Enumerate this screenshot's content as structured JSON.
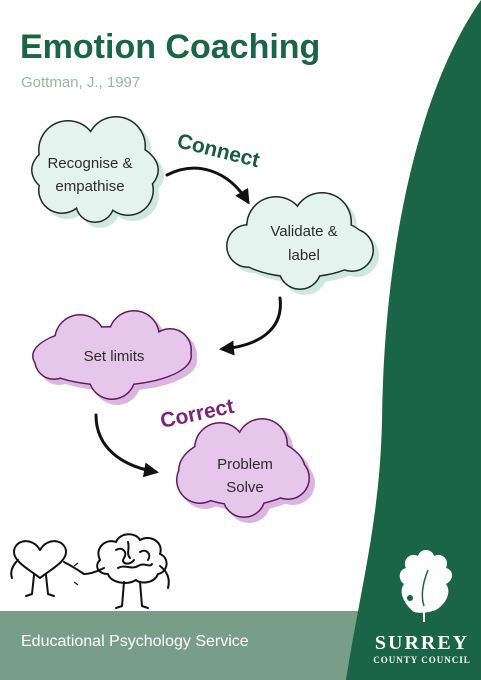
{
  "header": {
    "title": "Emotion Coaching",
    "subtitle": "Gottman, J., 1997"
  },
  "phases": {
    "connect": "Connect",
    "correct": "Correct"
  },
  "steps": [
    {
      "line1": "Recognise &",
      "line2": "empathise"
    },
    {
      "line1": "Validate &",
      "line2": "label"
    },
    {
      "line1": "Set limits",
      "line2": ""
    },
    {
      "line1": "Problem",
      "line2": "Solve"
    }
  ],
  "footer": {
    "service": "Educational Psychology Service"
  },
  "brand": {
    "name": "SURREY",
    "sub": "COUNTY COUNCIL"
  },
  "colors": {
    "brand_green": "#1a6447",
    "mint_fill": "#cfe8df",
    "lilac_fill": "#e6c6ea",
    "connect_text": "#1a5c3f",
    "correct_text": "#7a2377",
    "footer_band": "#789d89"
  },
  "icons": [
    "heart-character-icon",
    "brain-character-icon",
    "oak-leaf-logo-icon"
  ]
}
